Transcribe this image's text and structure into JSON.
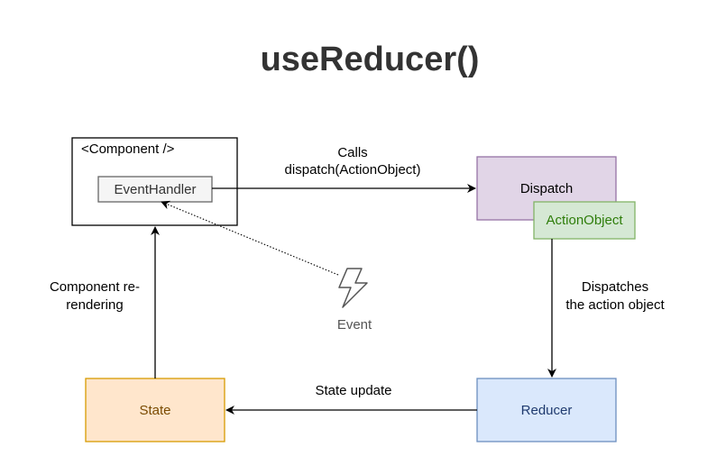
{
  "title": "useReducer()",
  "nodes": {
    "component": "<Component />",
    "event_handler": "EventHandler",
    "dispatch": "Dispatch",
    "action_object": "ActionObject",
    "reducer": "Reducer",
    "state": "State",
    "event": "Event"
  },
  "edges": {
    "calls_line1": "Calls",
    "calls_line2": "dispatch(ActionObject)",
    "dispatches_line1": "Dispatches",
    "dispatches_line2": "the action object",
    "state_update": "State update",
    "rerender_line1": "Component re-",
    "rerender_line2": "rendering"
  },
  "colors": {
    "dispatch_fill": "#e1d5e7",
    "dispatch_stroke": "#9673a6",
    "action_fill": "#d5e8d4",
    "action_stroke": "#82b366",
    "action_text": "#2e7d0a",
    "reducer_fill": "#dae8fc",
    "reducer_stroke": "#6c8ebf",
    "reducer_text": "#1f3a6e",
    "state_fill": "#ffe6cc",
    "state_stroke": "#d79b00",
    "state_text": "#7a4a00",
    "title_text": "#333333",
    "event_icon": "#555555"
  }
}
